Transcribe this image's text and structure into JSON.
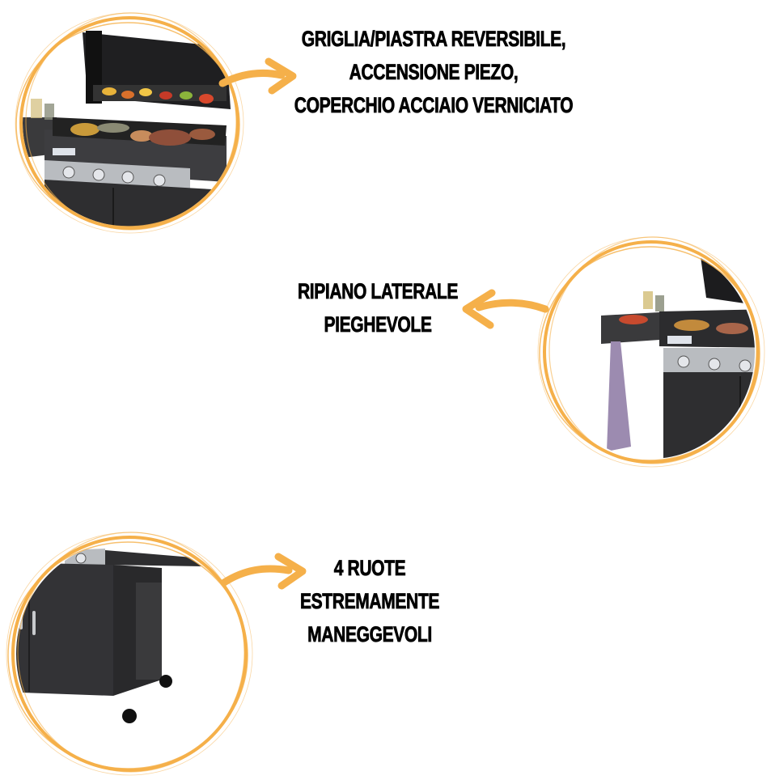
{
  "colors": {
    "accent_orange": "#F5B04A",
    "text": "#000000",
    "background": "#FFFFFF",
    "grill_dark": "#2b2b2d",
    "grill_steel": "#b9bcc0",
    "towel": "#9c8bb0"
  },
  "features": [
    {
      "id": "grill",
      "lines": [
        "GRIGLIA/PIASTRA REVERSIBILE,",
        "ACCENSIONE PIEZO,",
        "COPERCHIO ACCIAIO VERNICIATO"
      ],
      "image": "bbq-grill-open-lid-with-food-image",
      "arrow_direction": "right"
    },
    {
      "id": "side-shelf",
      "lines": [
        "RIPIANO LATERALE",
        "PIEGHEVOLE"
      ],
      "image": "bbq-side-shelf-with-towel-image",
      "arrow_direction": "left"
    },
    {
      "id": "wheels",
      "lines": [
        "4 RUOTE",
        "ESTREMAMENTE",
        "MANEGGEVOLI"
      ],
      "image": "bbq-cart-wheels-image",
      "arrow_direction": "right"
    }
  ]
}
